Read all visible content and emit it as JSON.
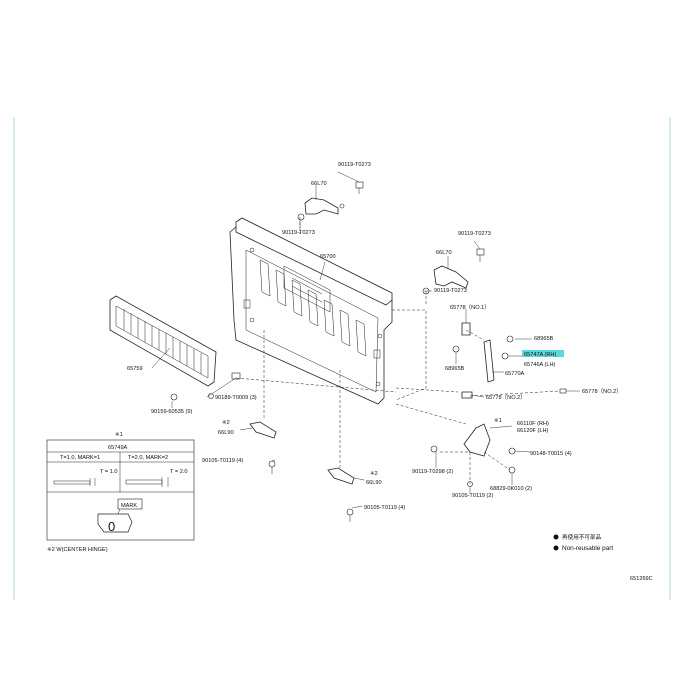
{
  "callouts": {
    "p1": "90119-T0273",
    "p2": "66L70",
    "p3": "90119-T0273",
    "p4": "65700",
    "p5": "90119-T0273",
    "p6": "66L70",
    "p7": "90119-T0273",
    "p8": "65778（NO.1）",
    "p9": "68965B",
    "p10": "65747A (RH)",
    "p11": "65746A (LH)",
    "p12": "68965B",
    "p13": "65770A",
    "p14": "65778（NO.2）",
    "p15": "65778（NO.2）",
    "p16": "65759",
    "p17": "90189-T0009 (3)",
    "p18": "90159-60535 (9)",
    "p19": "※1",
    "p20": "66110F (RH)",
    "p21": "66120F (LH)",
    "p22": "90119-T0298 (2)",
    "p23": "90148-T0015 (4)",
    "p24": "90105-T0119 (2)",
    "p25": "68829-0K010 (2)",
    "p26": "※2",
    "p27": "66L90",
    "p28": "90105-T0119 (4)",
    "p29": "※2",
    "p30": "66L90",
    "p31": "90105-T0119 (4)"
  },
  "detail_box": {
    "note_mark": "※1",
    "part_number": "65749A",
    "col1_header": "T=1.0, MARK=1",
    "col2_header": "T=2.0, MARK=2",
    "col1_thickness": "T = 1.0",
    "col2_thickness": "T = 2.0",
    "mark_label": "MARK"
  },
  "footnote_center_hinge": "※2  W(CENTER HINGE)",
  "legend": {
    "jp": "再使用不可部品",
    "en": "Non-reusable part"
  },
  "figure_id": "651269C",
  "colors": {
    "highlight": "#5ad7df",
    "frame": "#a9d3dd",
    "ink": "#222222"
  }
}
